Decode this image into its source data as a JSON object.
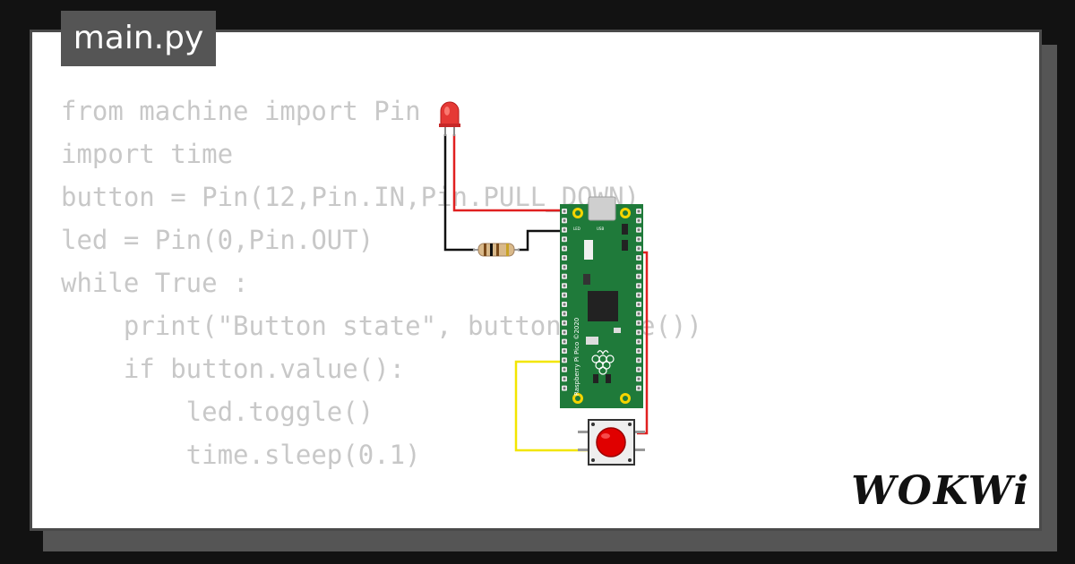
{
  "window": {
    "tab_label": "main.py"
  },
  "code": {
    "lines": [
      "from machine import Pin",
      "import time",
      "button = Pin(12,Pin.IN,Pin.PULL_DOWN)",
      "led = Pin(0,Pin.OUT)",
      "while True :",
      "    print(\"Button state\", button.value())",
      "    if button.value():",
      "        led.toggle()",
      "        time.sleep(0.1)"
    ]
  },
  "circuit": {
    "board_silkscreen": "Raspberry Pi Pico ©2020",
    "board_labels": {
      "led": "LED",
      "usb": "USB"
    },
    "colors": {
      "board": "#1f7a3a",
      "wire_red": "#e02020",
      "wire_black": "#111111",
      "wire_yellow": "#f2e600",
      "led": "#e53935",
      "button_cap": "#e00000"
    },
    "icons": [
      "led-icon",
      "resistor-icon",
      "pico-board-icon",
      "pushbutton-icon",
      "raspberry-logo-icon"
    ]
  },
  "brand": {
    "logo_text": "WOKWi"
  }
}
